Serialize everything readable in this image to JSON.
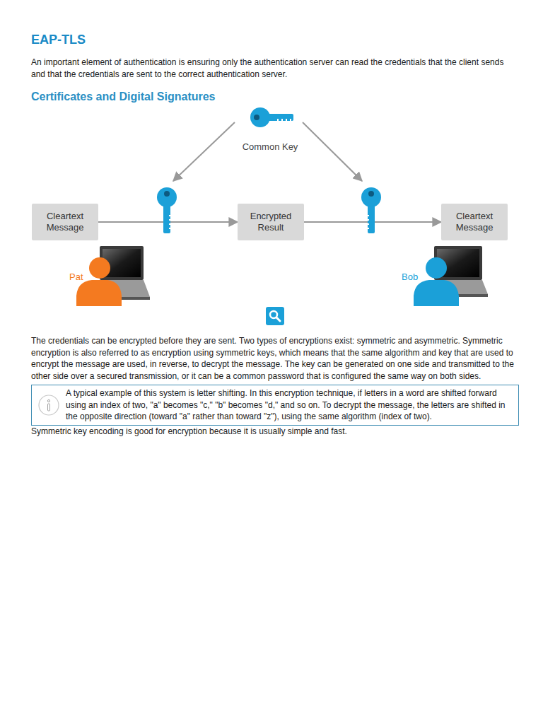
{
  "diagram": {
    "title": "EAP-TLS",
    "nodes": [
      {
        "text": [
          "Cleartext Message"
        ]
      },
      {
        "text": [
          "Encrypted Result"
        ]
      },
      {
        "text": [
          "Cleartext Message"
        ]
      }
    ],
    "edges": [
      {
        "from": 0,
        "to": 1,
        "arrow": "to"
      },
      {
        "from": 1,
        "to": 2,
        "arrow": "to"
      }
    ],
    "labels": [
      "An important element of authentication is ensuring only the authentication server can read the credentials that the client sends and that the credentials are sent to the correct authentication server.",
      "Certificates and Digital Signatures",
      "Common Key",
      "Pat",
      "Bob",
      "The credentials can be encrypted before they are sent. Two types of encryptions exist: symmetric and asymmetric. Symmetric encryption is also referred to as encryption using symmetric keys, which means that the same algorithm and key that are used to encrypt the message are used, in reverse, to decrypt the message. The key can be generated on one side and transmitted to the other side over a secured transmission, or it can be a common password that is configured the same way on both sides.",
      "A typical example of this system is letter shifting. In this encryption technique, if letters in a word are shifted forward using an index of two, \"a\" becomes \"c,\" \"b\" becomes \"d,\" and so on. To decrypt the message, the letters are shifted in the opposite direction (toward \"a\" rather than toward \"z\"), using the same algorithm (index of two).",
      "Symmetric key encoding is good for encryption because it is usually simple and fast."
    ]
  }
}
